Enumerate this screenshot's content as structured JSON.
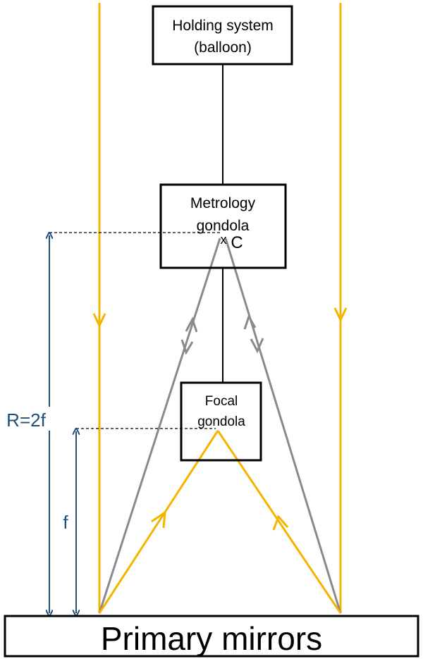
{
  "boxes": {
    "holding_line1": "Holding system",
    "holding_line2": "(balloon)",
    "metrology_line1": "Metrology",
    "metrology_line2": "gondola",
    "focal_line1": "Focal",
    "focal_line2": "gondola",
    "primary": "Primary mirrors"
  },
  "labels": {
    "center_marker": "x",
    "center": "C",
    "radius": "R=2f",
    "focal_length": "f"
  },
  "colors": {
    "light_ray": "#f5b400",
    "reflected_ray": "#8a8a8a",
    "dimension": "#1f4e79",
    "box_stroke": "#000000"
  }
}
